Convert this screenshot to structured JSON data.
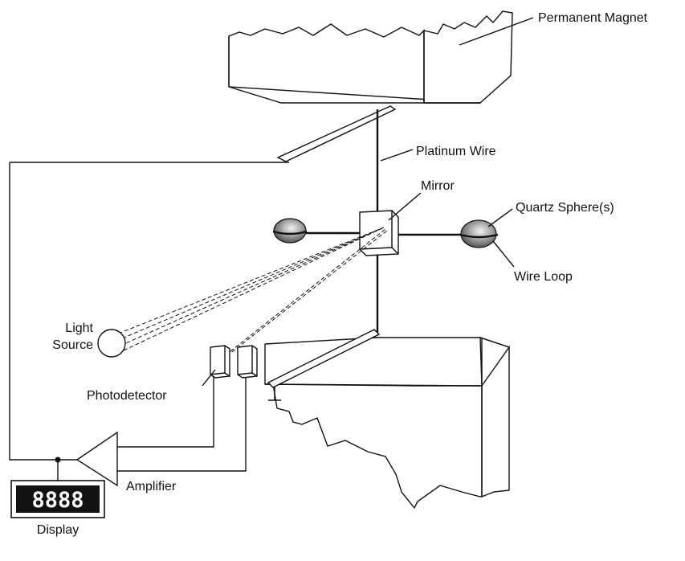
{
  "labels": {
    "permanent_magnet": "Permanent Magnet",
    "platinum_wire": "Platinum Wire",
    "mirror": "Mirror",
    "quartz_spheres": "Quartz Sphere(s)",
    "wire_loop": "Wire Loop",
    "light_source_line1": "Light",
    "light_source_line2": "Source",
    "photodetector": "Photodetector",
    "amplifier": "Amplifier",
    "display": "Display"
  },
  "display_readout": "8888"
}
